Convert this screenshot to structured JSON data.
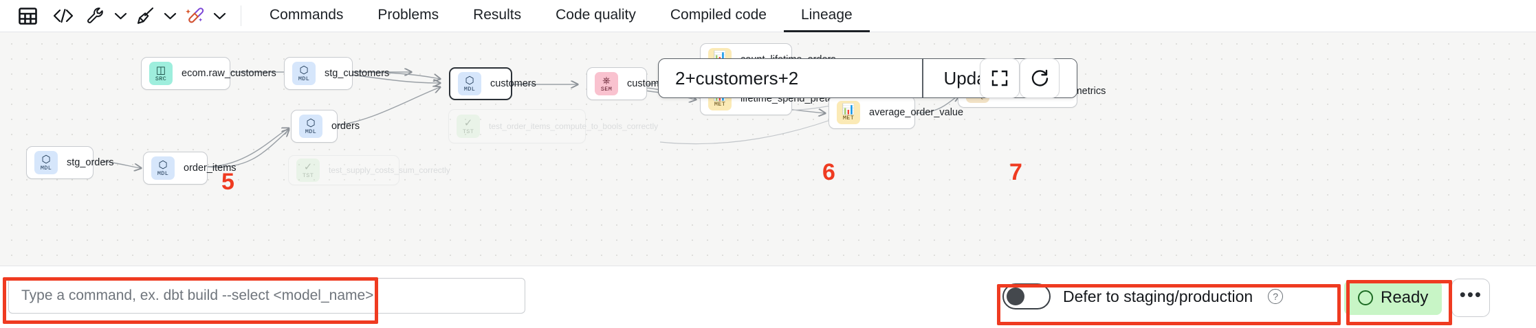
{
  "toolbar": {
    "icons": [
      {
        "name": "table-icon",
        "glyph": "table"
      },
      {
        "name": "code-icon",
        "glyph": "</>"
      },
      {
        "name": "wrench-icon",
        "glyph": "wrench"
      },
      {
        "name": "broom-icon",
        "glyph": "broom"
      },
      {
        "name": "magic-wand-icon",
        "glyph": "wand"
      }
    ],
    "tabs": [
      {
        "label": "Commands",
        "active": false
      },
      {
        "label": "Problems",
        "active": false
      },
      {
        "label": "Results",
        "active": false
      },
      {
        "label": "Code quality",
        "active": false
      },
      {
        "label": "Compiled code",
        "active": false
      },
      {
        "label": "Lineage",
        "active": true
      }
    ]
  },
  "lineage": {
    "selector_value": "2+customers+2",
    "update_button": "Update Graph",
    "fullscreen_icon": "fullscreen-icon",
    "refresh_icon": "refresh-icon",
    "nodes": [
      {
        "id": "n1",
        "label": "ecom.raw_customers",
        "type": "SRC",
        "glyph": "⌸"
      },
      {
        "id": "n2",
        "label": "stg_customers",
        "type": "MDL",
        "glyph": "⬡"
      },
      {
        "id": "n3",
        "label": "customers",
        "type": "MDL",
        "glyph": "⬡"
      },
      {
        "id": "n4",
        "label": "customers",
        "type": "SEM",
        "glyph": "⎇"
      },
      {
        "id": "n5",
        "label": "count_lifetime_orders",
        "type": "MET",
        "glyph": "░"
      },
      {
        "id": "n6",
        "label": "lifetime_spend_pretax",
        "type": "MET",
        "glyph": "░"
      },
      {
        "id": "n7",
        "label": "average_order_value",
        "type": "MET",
        "glyph": "░"
      },
      {
        "id": "n8",
        "label": "customer_order_metrics",
        "type": "SVQ",
        "glyph": "὚B"
      },
      {
        "id": "n9",
        "label": "orders",
        "type": "MDL",
        "glyph": "⬡"
      },
      {
        "id": "n10",
        "label": "order_items",
        "type": "MDL",
        "glyph": "⬡"
      },
      {
        "id": "n11",
        "label": "stg_orders",
        "type": "MDL",
        "glyph": "⬡"
      },
      {
        "id": "n12",
        "label": "test_order_items_compute_to_bools_correctly",
        "type": "TST",
        "glyph": "✓"
      },
      {
        "id": "n13",
        "label": "test_supply_costs_sum_correctly",
        "type": "TST",
        "glyph": "✓"
      }
    ]
  },
  "command_bar": {
    "placeholder": "Type a command, ex. dbt build --select <model_name>",
    "value": ""
  },
  "defer": {
    "label": "Defer to staging/production",
    "enabled": false,
    "help_icon": "help-circle-icon"
  },
  "status": {
    "label": "Ready",
    "color": "#c8f5c6",
    "more_label": "•••"
  },
  "annotations": [
    {
      "number": "5",
      "target": "command-input"
    },
    {
      "number": "6",
      "target": "defer-toggle"
    },
    {
      "number": "7",
      "target": "status-area"
    }
  ]
}
